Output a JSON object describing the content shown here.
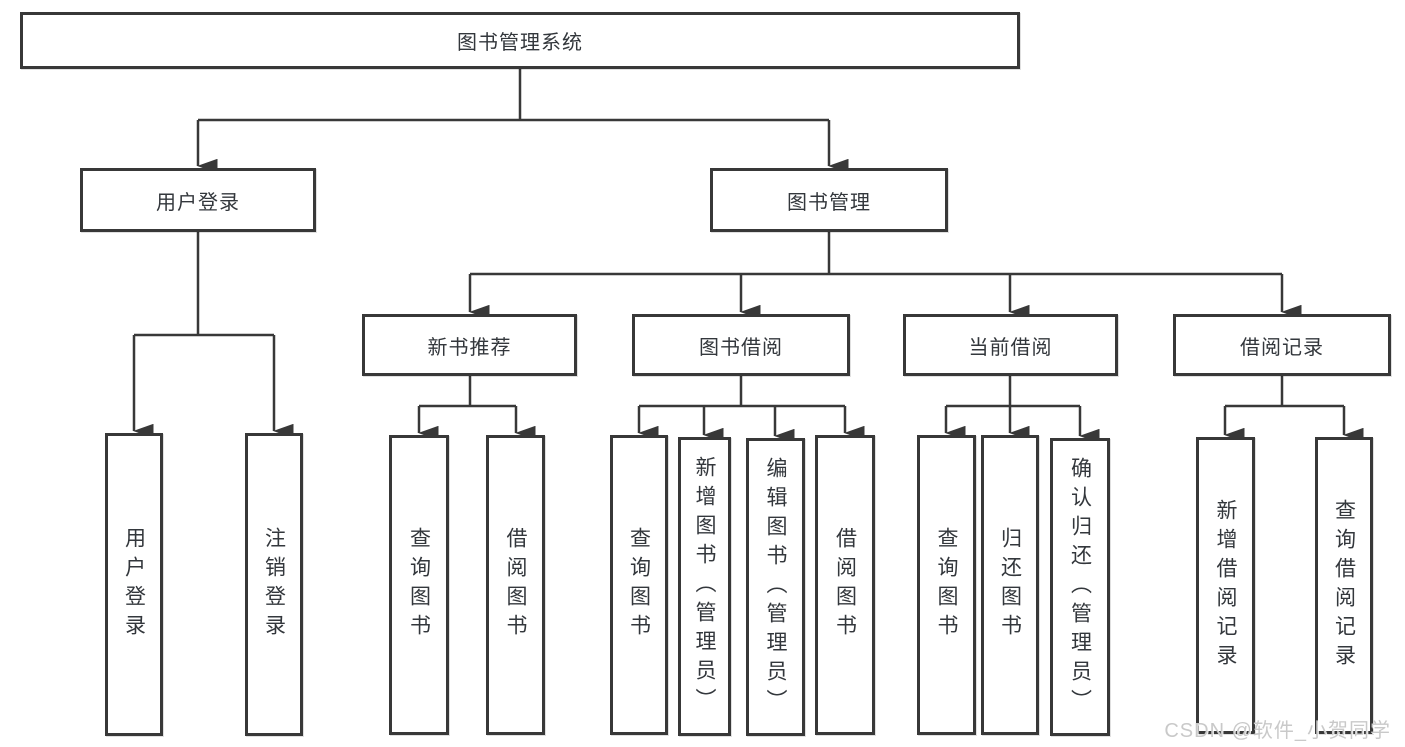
{
  "diagram": {
    "root": {
      "label": "图书管理系统"
    },
    "level2": {
      "user_login": {
        "label": "用户登录"
      },
      "book_mgmt": {
        "label": "图书管理"
      }
    },
    "level3": {
      "new_books": {
        "label": "新书推荐"
      },
      "book_borrow": {
        "label": "图书借阅"
      },
      "current_borrow": {
        "label": "当前借阅"
      },
      "borrow_records": {
        "label": "借阅记录"
      }
    },
    "leaves": {
      "ul_login": {
        "label": "用户登录"
      },
      "ul_logout": {
        "label": "注销登录"
      },
      "nb_query": {
        "label": "查询图书"
      },
      "nb_borrow": {
        "label": "借阅图书"
      },
      "bb_query": {
        "label": "查询图书"
      },
      "bb_add": {
        "label": "新增图书（管理员）"
      },
      "bb_edit": {
        "label": "编辑图书（管理员）"
      },
      "bb_borrow": {
        "label": "借阅图书"
      },
      "cb_query": {
        "label": "查询图书"
      },
      "cb_return": {
        "label": "归还图书"
      },
      "cb_confirm": {
        "label": "确认归还（管理员）"
      },
      "br_add": {
        "label": "新增借阅记录"
      },
      "br_query": {
        "label": "查询借阅记录"
      }
    },
    "tree": {
      "图书管理系统": {
        "用户登录": [
          "用户登录",
          "注销登录"
        ],
        "图书管理": {
          "新书推荐": [
            "查询图书",
            "借阅图书"
          ],
          "图书借阅": [
            "查询图书",
            "新增图书（管理员）",
            "编辑图书（管理员）",
            "借阅图书"
          ],
          "当前借阅": [
            "查询图书",
            "归还图书",
            "确认归还（管理员）"
          ],
          "借阅记录": [
            "新增借阅记录",
            "查询借阅记录"
          ]
        }
      }
    }
  },
  "watermark": "CSDN @软件_小贺同学",
  "colors": {
    "line": "#383838",
    "text": "#33373c",
    "watermark": "#c9c9c9",
    "background": "#ffffff"
  }
}
